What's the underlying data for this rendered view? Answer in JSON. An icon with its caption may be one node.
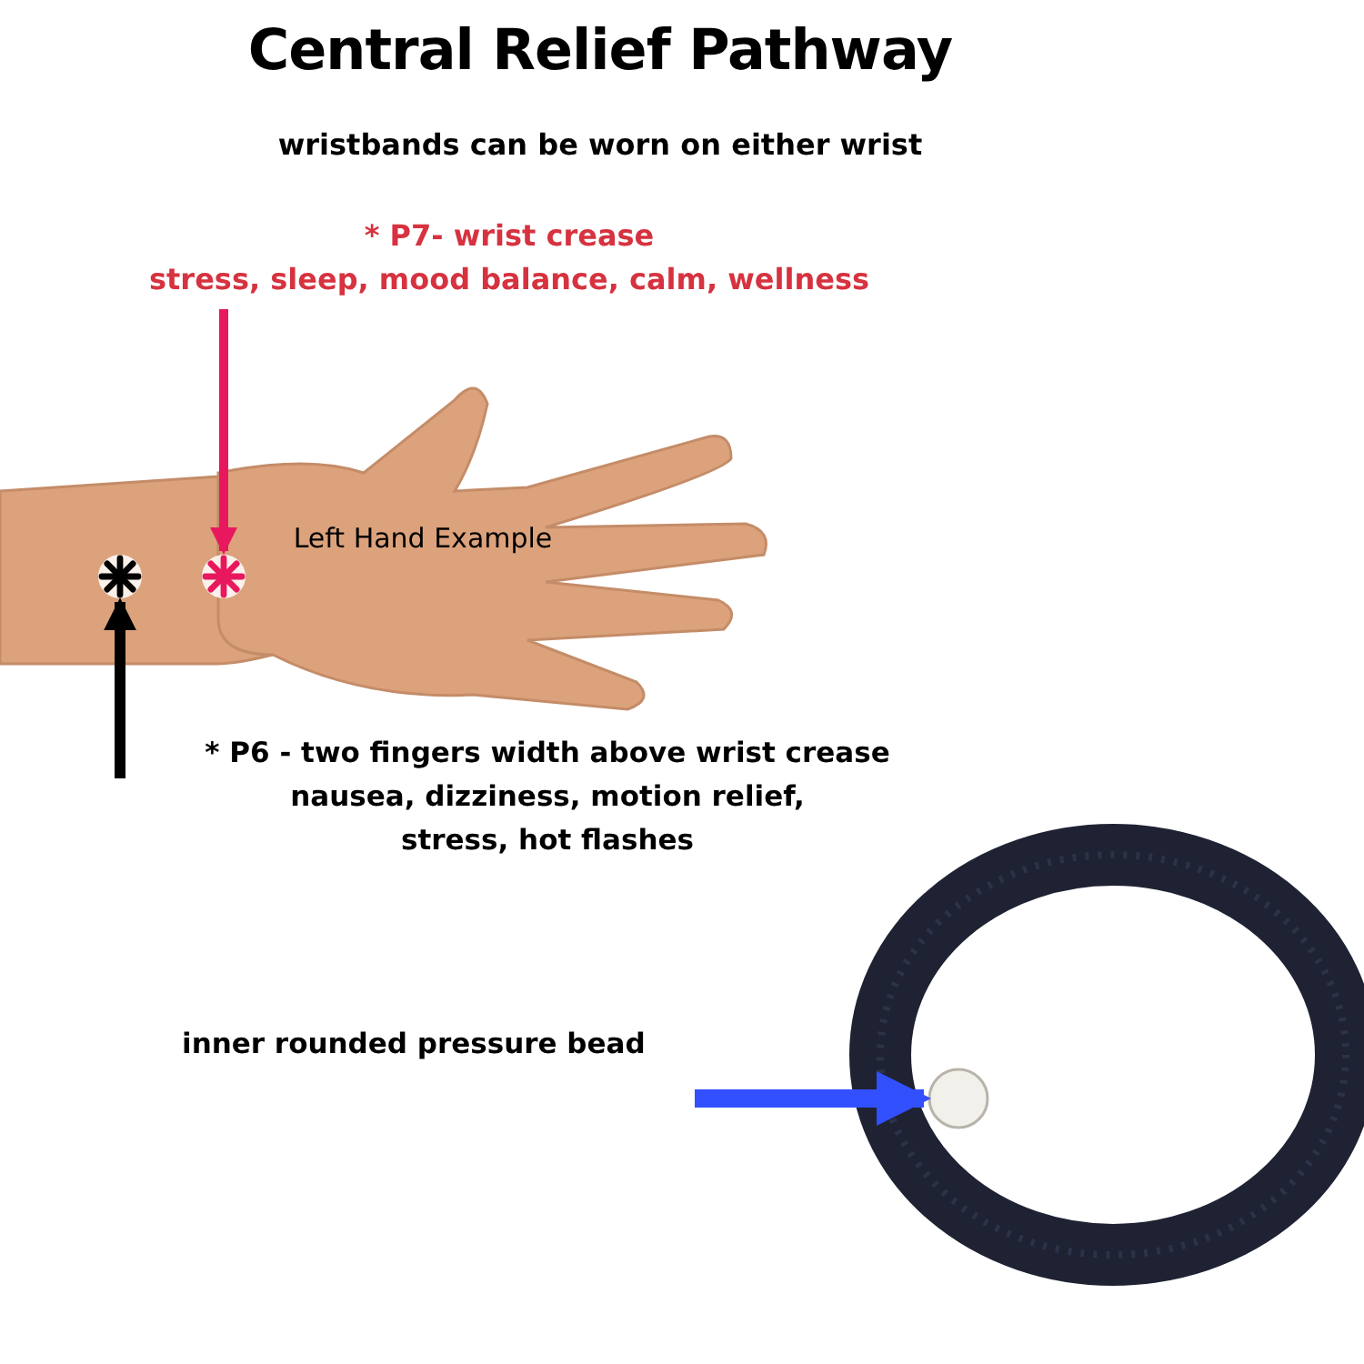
{
  "diagram": {
    "title": "Central Relief Pathway",
    "nodes": [
      {
        "text": [
          "Left Hand Example"
        ]
      },
      {
        "text": [
          "* P7- wrist crease",
          "stress, sleep, mood balance, calm, wellness"
        ]
      },
      {
        "text": [],
        "shape": "asterisk"
      },
      {
        "text": [],
        "shape": "asterisk",
        "in": 0
      },
      {
        "text": [
          "* P6 - two fingers width above wrist crease",
          "nausea, dizziness, motion relief, stress, hot flashes"
        ]
      },
      {
        "text": [
          "inner rounded pressure bead"
        ]
      },
      {
        "text": [],
        "shape": "picture"
      },
      {
        "text": [],
        "shape": "circle",
        "in": 6
      }
    ],
    "edges": [
      {
        "from": 1,
        "to": 3,
        "arrow": "to",
        "color": "#e8185e"
      },
      {
        "from": 4,
        "to": 2,
        "arrow": "to",
        "color": "#000000"
      },
      {
        "from": 5,
        "to": 7,
        "arrow": "to",
        "color": "#3350ff"
      }
    ],
    "labels": [
      "wristbands can be worn on either wrist"
    ]
  }
}
